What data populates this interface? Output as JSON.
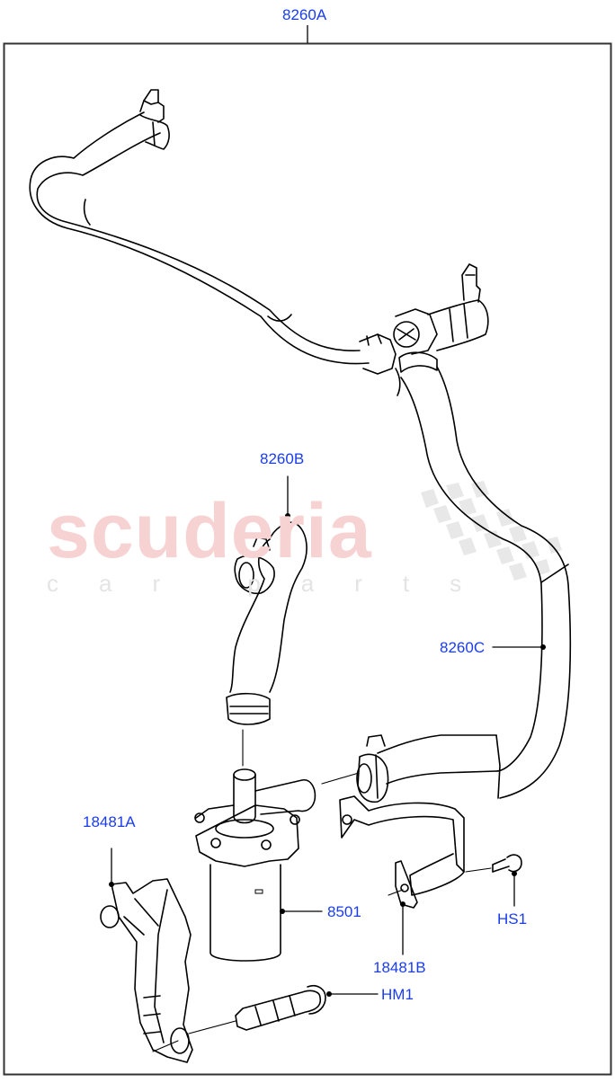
{
  "diagram": {
    "frame_color": "#333333",
    "line_color": "#000000",
    "callout_color": "#1a3cf0",
    "callouts": [
      {
        "id": "8260A",
        "label": "8260A",
        "part": "coolant hose assembly (upper, with T-junction)"
      },
      {
        "id": "8260B",
        "label": "8260B",
        "part": "hose (pump outlet)"
      },
      {
        "id": "8260C",
        "label": "8260C",
        "part": "hose (pump inlet)"
      },
      {
        "id": "18481A",
        "label": "18481A",
        "part": "bracket"
      },
      {
        "id": "8501",
        "label": "8501",
        "part": "auxiliary water pump"
      },
      {
        "id": "18481B",
        "label": "18481B",
        "part": "pump strap clamp"
      },
      {
        "id": "HS1",
        "label": "HS1",
        "part": "screw"
      },
      {
        "id": "HM1",
        "label": "HM1",
        "part": "rivet / push fastener"
      }
    ]
  },
  "watermark": {
    "main": "scuderia",
    "sub": "car parts",
    "main_color": "#f7d2d2",
    "sub_color": "#e4e4e4"
  }
}
